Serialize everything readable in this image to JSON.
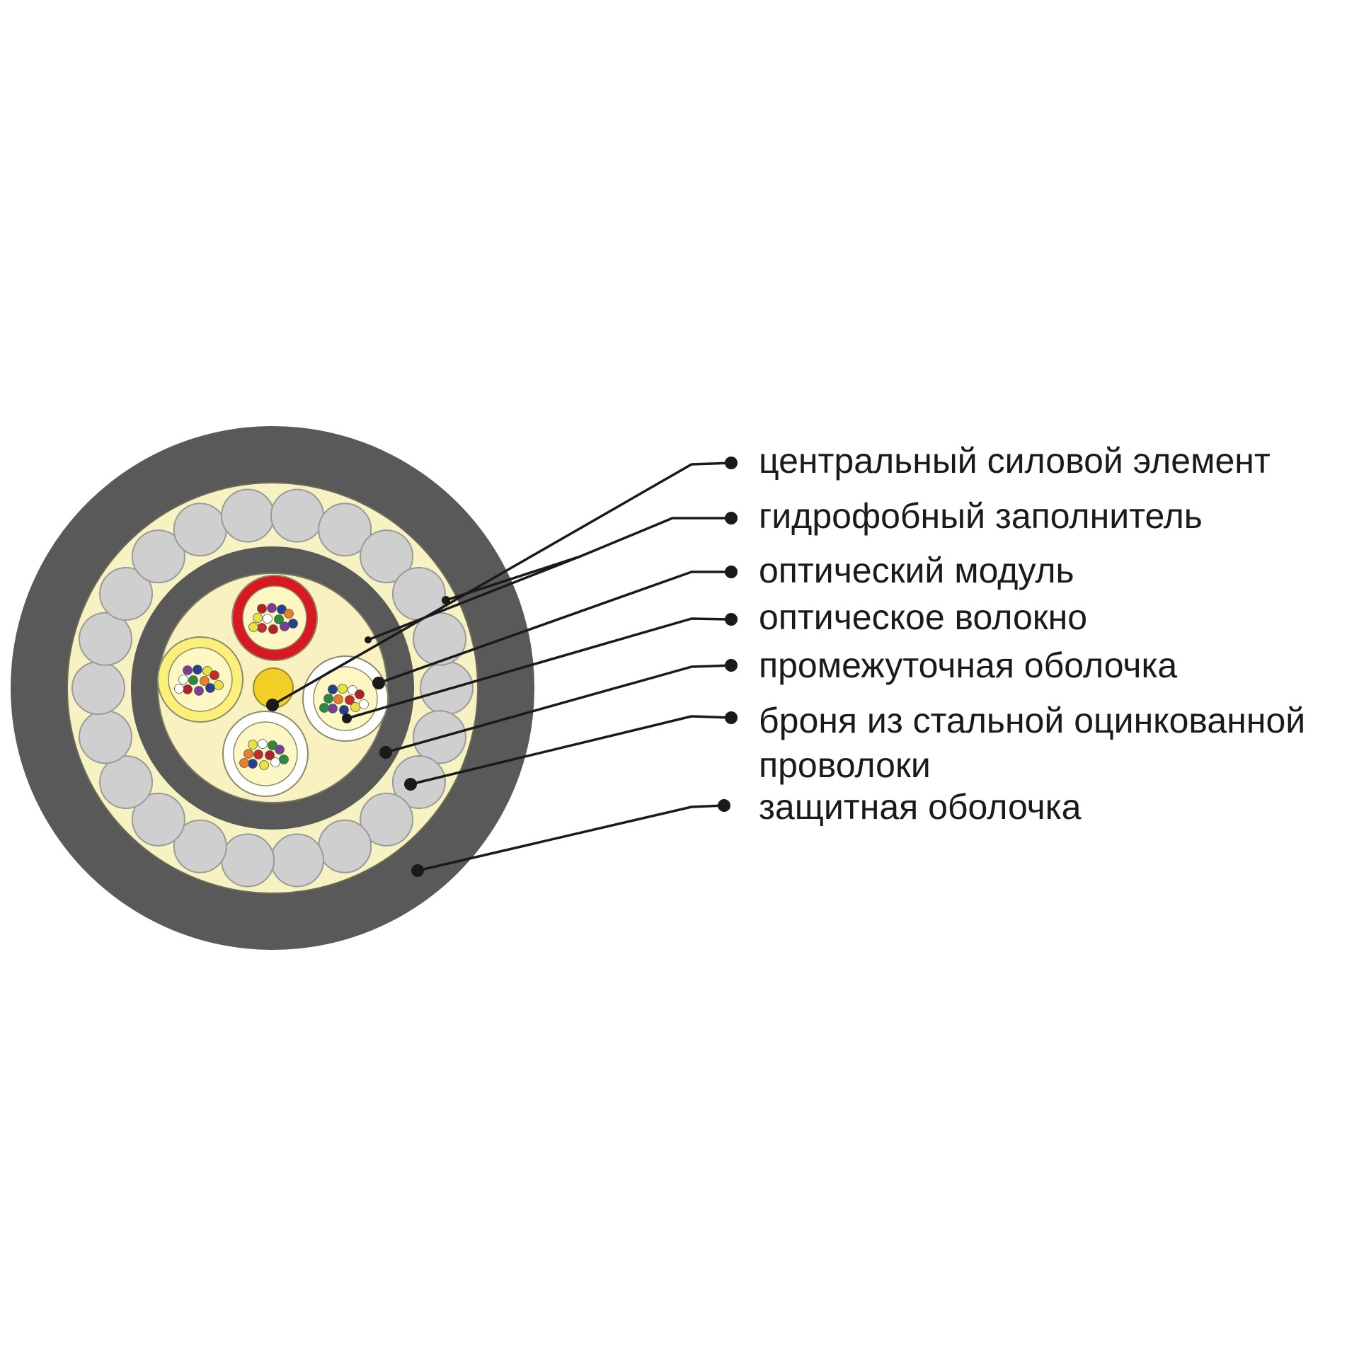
{
  "labels": [
    {
      "id": "central-strength-member",
      "text": "центральный силовой элемент"
    },
    {
      "id": "hydrophobic-filler",
      "text": "гидрофобный заполнитель"
    },
    {
      "id": "optical-module",
      "text": "оптический модуль"
    },
    {
      "id": "optical-fiber",
      "text": "оптическое волокно"
    },
    {
      "id": "intermediate-sheath",
      "text": "промежуточная оболочка"
    },
    {
      "id": "steel-wire-armor",
      "text": "броня из стальной оцинкованной",
      "text2": "проволоки"
    },
    {
      "id": "protective-sheath",
      "text": "защитная оболочка"
    }
  ],
  "colors": {
    "outer_sheath": "#595959",
    "filler": "#f7f2c2",
    "wire": "#cfcfcf",
    "inner_sheath": "#595959",
    "core_filler": "#f9f1bf",
    "central_member": "#f2cf27",
    "module_red": "#d71920",
    "module_yellow": "#fbf07a",
    "module_white": "#ffffff",
    "leader_line": "#1a1a1a"
  },
  "fiber_colors": [
    "#b52025",
    "#7b3e98",
    "#25408f",
    "#e6e241",
    "#ffffff",
    "#2b8a3e",
    "#e97f2a",
    "#c62d2a"
  ]
}
